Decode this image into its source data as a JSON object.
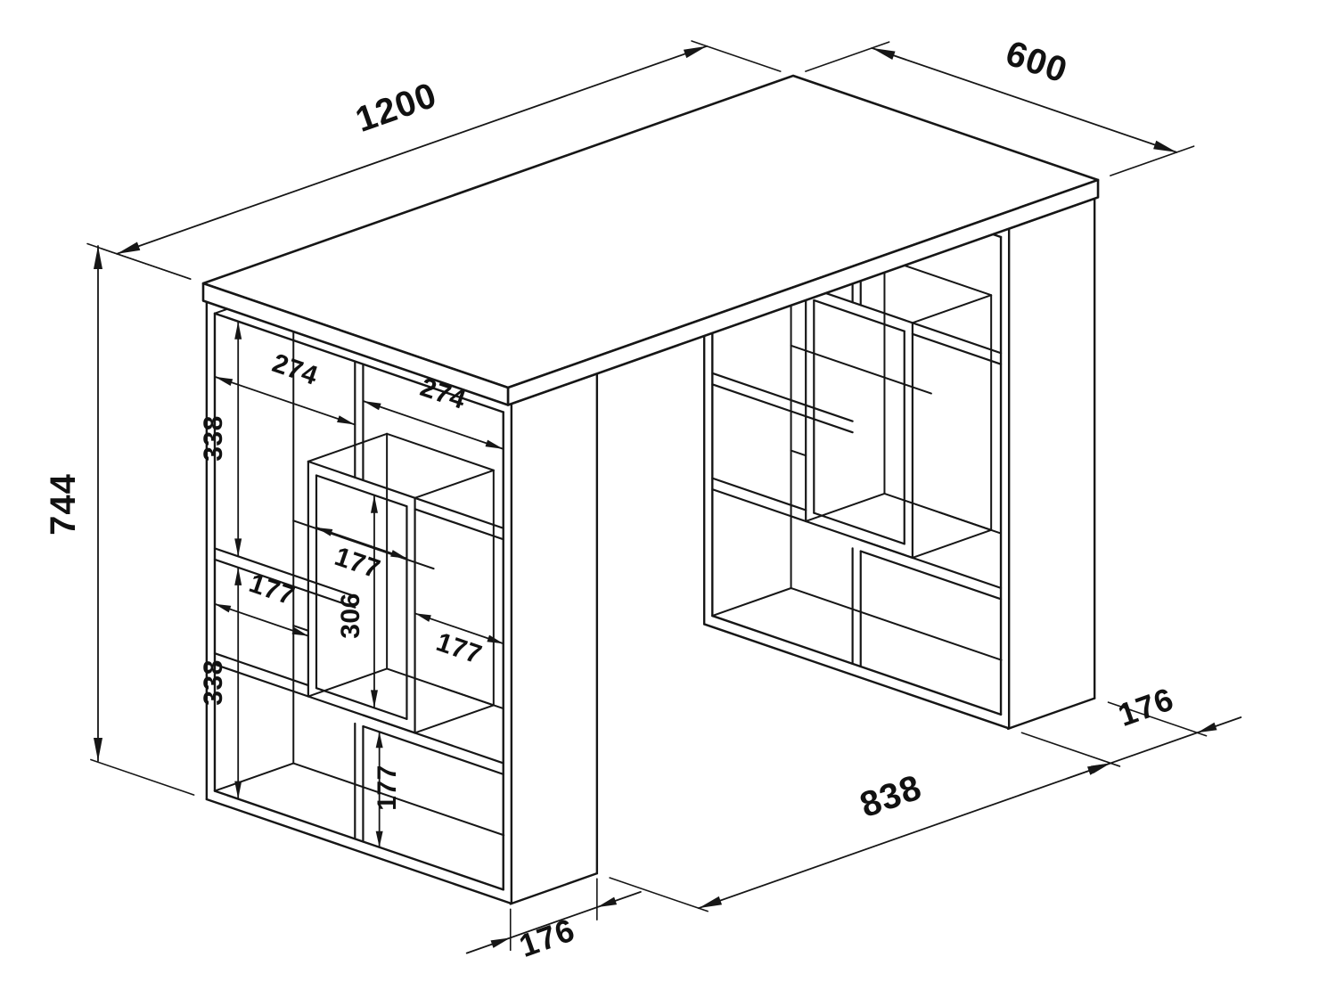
{
  "drawing": {
    "overall": {
      "width": "1200",
      "depth": "600",
      "height": "744"
    },
    "left_unit": {
      "niche_width_left": "274",
      "niche_width_right": "274",
      "niche_height_top": "338",
      "niche_height_bottom": "338",
      "side_gap_left": "177",
      "box_inner_width": "177",
      "box_inner_height": "306",
      "side_gap_right": "177",
      "bottom_niche_height": "177"
    },
    "base": {
      "left_foot_depth": "176",
      "foot_span": "838",
      "right_foot_depth": "176"
    }
  }
}
